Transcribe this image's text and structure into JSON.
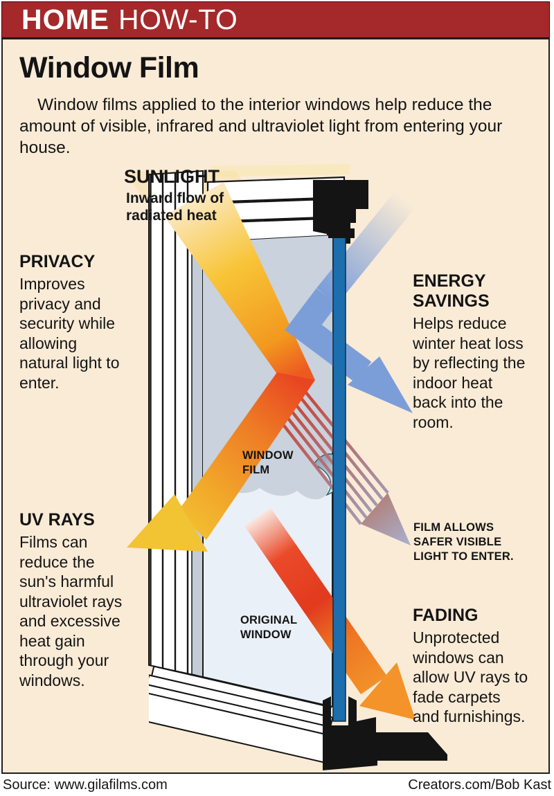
{
  "header": {
    "brand": "HOME",
    "title": "HOW-TO"
  },
  "article": {
    "title": "Window Film",
    "intro": "Window films applied to the interior windows help reduce the\namount of visible, infrared and ultraviolet light from entering your\nhouse."
  },
  "diagram": {
    "sunlight": {
      "title": "SUNLIGHT",
      "subtitle": "Inward flow of\nradiated heat"
    },
    "privacy": {
      "title": "PRIVACY",
      "body": "Improves\nprivacy and\nsecurity while\nallowing\nnatural light to\nenter."
    },
    "energy": {
      "title": "ENERGY\nSAVINGS",
      "body": "Helps reduce\nwinter heat loss\nby reflecting the\nindoor heat\nback into the\nroom."
    },
    "uv": {
      "title": "UV RAYS",
      "body": "Films can\nreduce the\nsun's harmful\nultraviolet rays\nand excessive\nheat gain\nthrough your\nwindows."
    },
    "fading": {
      "title": "FADING",
      "body": "Unprotected\nwindows can\nallow UV rays to\nfade carpets\nand furnishings."
    },
    "window_film_label": "WINDOW\nFILM",
    "original_window_label": "ORIGINAL\nWINDOW",
    "safer_light_label": "FILM ALLOWS\nSAFER VISIBLE\nLIGHT TO ENTER."
  },
  "footer": {
    "source": "Source: www.gilafilms.com",
    "credit": "Creators.com/Bob Kast"
  },
  "colors": {
    "header_red": "#A5282A",
    "panel_cream": "#FAEBD6",
    "film_bar_blue": "#1C6EAD",
    "reflect_arrow_blue": "#7C9ED8",
    "sun_gold": "#F2C332",
    "sun_orange": "#F2991F",
    "heat_red": "#E13A1E",
    "fading_orange": "#F3932A",
    "glass_blue": "#EAF0F7",
    "film_gray": "#C9D2DD"
  }
}
